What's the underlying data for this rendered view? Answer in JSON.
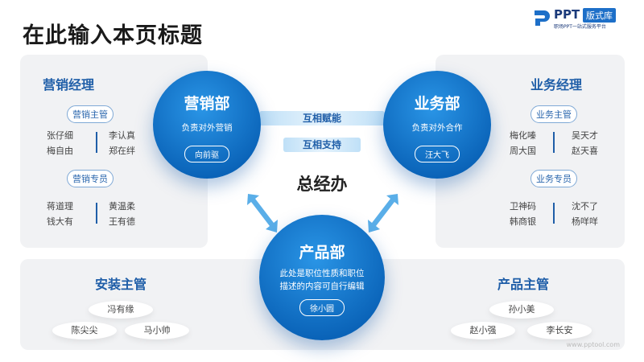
{
  "title": "在此输入本页标题",
  "logo": {
    "brand": "PPT",
    "tag": "版式库",
    "slogan": "职场PPT一站式服务平台"
  },
  "center": "总经办",
  "bands": [
    "互相赋能",
    "互相支持"
  ],
  "left": {
    "title": "营销经理",
    "groups": [
      {
        "label": "营销主管",
        "col1": [
          "张仔细",
          "梅自由"
        ],
        "col2": [
          "李认真",
          "郑在绊"
        ]
      },
      {
        "label": "营销专员",
        "col1": [
          "蒋道理",
          "钱大有"
        ],
        "col2": [
          "黄温柔",
          "王有德"
        ]
      }
    ]
  },
  "right": {
    "title": "业务经理",
    "groups": [
      {
        "label": "业务主管",
        "col1": [
          "梅化嗪",
          "周大国"
        ],
        "col2": [
          "吴天才",
          "赵天喜"
        ]
      },
      {
        "label": "业务专员",
        "col1": [
          "卫神码",
          "韩商银"
        ],
        "col2": [
          "沈不了",
          "杨咩咩"
        ]
      }
    ]
  },
  "depts": [
    {
      "name": "营销部",
      "desc": "负责对外营销",
      "person": "向前驱"
    },
    {
      "name": "业务部",
      "desc": "负责对外合作",
      "person": "汪大飞"
    },
    {
      "name": "产品部",
      "desc": "此处是职位性质和职位描述的内容可自行编辑",
      "person": "徐小圆"
    }
  ],
  "bottom_left": {
    "title": "安装主管",
    "names": [
      "冯有缘",
      "陈尖尖",
      "马小帅"
    ]
  },
  "bottom_right": {
    "title": "产品主管",
    "names": [
      "孙小美",
      "赵小强",
      "李长安"
    ]
  },
  "watermark": "www.pptool.com"
}
